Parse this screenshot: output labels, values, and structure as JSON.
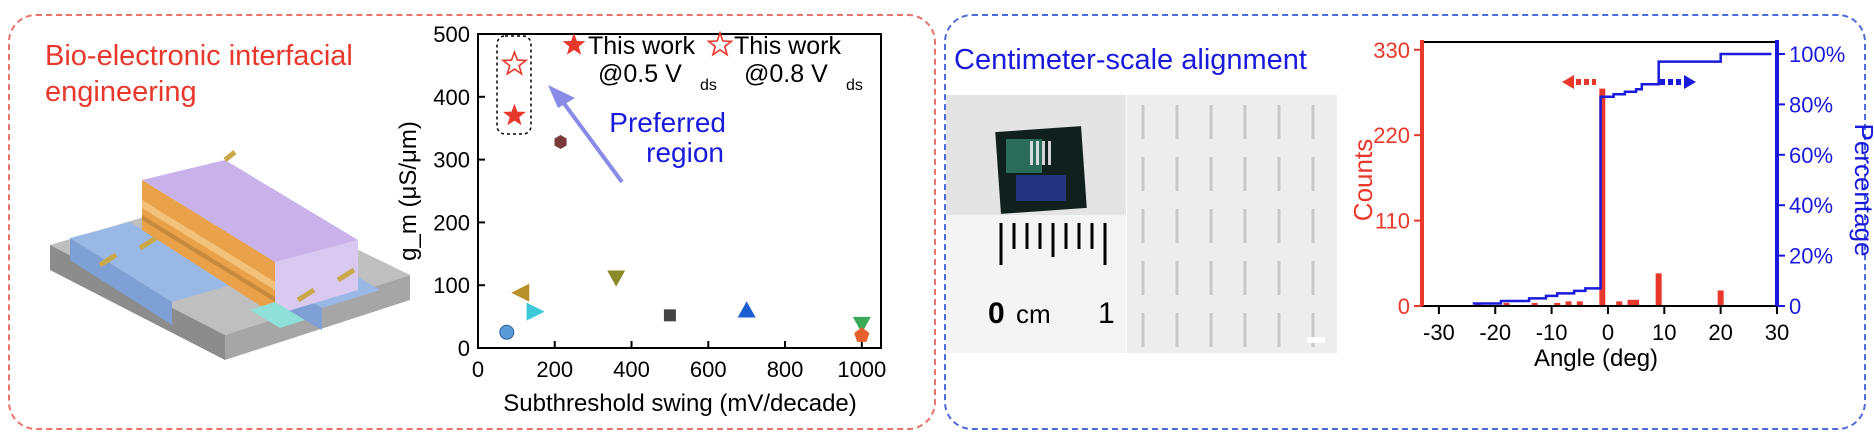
{
  "left_panel": {
    "heading_line1": "Bio-electronic interfacial",
    "heading_line2": "engineering"
  },
  "right_panel": {
    "heading": "Centimeter-scale alignment",
    "photo_labels": {
      "ruler_zero": "0",
      "ruler_unit": "cm",
      "ruler_one": "1"
    }
  },
  "colors": {
    "red": "#e8382c",
    "blue": "#1a1adc",
    "left_border": "#e8736a",
    "right_border": "#4f6bd8"
  },
  "chart_data": [
    {
      "type": "scatter",
      "xlabel": "Subthreshold swing (mV/decade)",
      "ylabel": "g_m (μS/μm)",
      "xlim": [
        0,
        1050
      ],
      "ylim": [
        0,
        500
      ],
      "xticks": [
        0,
        200,
        400,
        600,
        800,
        1000
      ],
      "yticks": [
        0,
        100,
        200,
        300,
        400,
        500
      ],
      "legend": [
        {
          "label": "This work",
          "sub": "@0.5 V",
          "subscript": "ds",
          "marker": "star-filled",
          "color": "#e8382c"
        },
        {
          "label": "This work",
          "sub": "@0.8 V",
          "subscript": "ds",
          "marker": "star-open",
          "color": "#e8382c"
        }
      ],
      "annotation": {
        "line1": "Preferred",
        "line2": "region",
        "color": "#1a1adc"
      },
      "points": [
        {
          "x": 95,
          "y": 370,
          "marker": "star-filled",
          "color": "#e8382c"
        },
        {
          "x": 95,
          "y": 452,
          "marker": "star-open",
          "color": "#e8382c"
        },
        {
          "x": 215,
          "y": 328,
          "marker": "hexagon",
          "color": "#7a3a3a"
        },
        {
          "x": 110,
          "y": 88,
          "marker": "triangle-left",
          "color": "#b8902a"
        },
        {
          "x": 150,
          "y": 58,
          "marker": "triangle-right",
          "color": "#3cc8d8"
        },
        {
          "x": 75,
          "y": 25,
          "marker": "sphere",
          "color": "#5b9bd5"
        },
        {
          "x": 360,
          "y": 112,
          "marker": "triangle-down",
          "color": "#8a8a2a"
        },
        {
          "x": 500,
          "y": 52,
          "marker": "square",
          "color": "#444444"
        },
        {
          "x": 700,
          "y": 60,
          "marker": "triangle-up",
          "color": "#1a5fd0"
        },
        {
          "x": 1000,
          "y": 38,
          "marker": "triangle-down",
          "color": "#3aaa5a"
        },
        {
          "x": 1000,
          "y": 20,
          "marker": "pentagon",
          "color": "#e8602c"
        }
      ]
    },
    {
      "type": "bar",
      "xlabel": "Angle (deg)",
      "ylabel": "Counts",
      "y2label": "Percentage",
      "xlim": [
        -33,
        30
      ],
      "ylim": [
        0,
        340
      ],
      "xticks": [
        -30,
        -20,
        -10,
        0,
        10,
        20,
        30
      ],
      "yticks": [
        0,
        110,
        220,
        330
      ],
      "y2lim": [
        0,
        100
      ],
      "y2ticks": [
        "0",
        "20%",
        "40%",
        "60%",
        "80%",
        "100%"
      ],
      "bar_color": "#e8382c",
      "line_color": "#1a1adc",
      "bars": [
        {
          "x": -23,
          "count": 4
        },
        {
          "x": -18,
          "count": 4
        },
        {
          "x": -13,
          "count": 4
        },
        {
          "x": -9,
          "count": 4
        },
        {
          "x": -7,
          "count": 6
        },
        {
          "x": -5,
          "count": 6
        },
        {
          "x": -1,
          "count": 280
        },
        {
          "x": 2,
          "count": 6
        },
        {
          "x": 4,
          "count": 8
        },
        {
          "x": 5,
          "count": 8
        },
        {
          "x": 9,
          "count": 42
        },
        {
          "x": 20,
          "count": 20
        }
      ],
      "cumulative": [
        {
          "x": -24,
          "pct": 1
        },
        {
          "x": -19,
          "pct": 2
        },
        {
          "x": -14,
          "pct": 3
        },
        {
          "x": -11,
          "pct": 4
        },
        {
          "x": -9,
          "pct": 5
        },
        {
          "x": -6,
          "pct": 6
        },
        {
          "x": -4,
          "pct": 7
        },
        {
          "x": -1.3,
          "pct": 83
        },
        {
          "x": 1,
          "pct": 84
        },
        {
          "x": 3,
          "pct": 85
        },
        {
          "x": 5,
          "pct": 86
        },
        {
          "x": 6,
          "pct": 88
        },
        {
          "x": 9,
          "pct": 97
        },
        {
          "x": 20,
          "pct": 100
        },
        {
          "x": 29,
          "pct": 100
        }
      ]
    }
  ]
}
